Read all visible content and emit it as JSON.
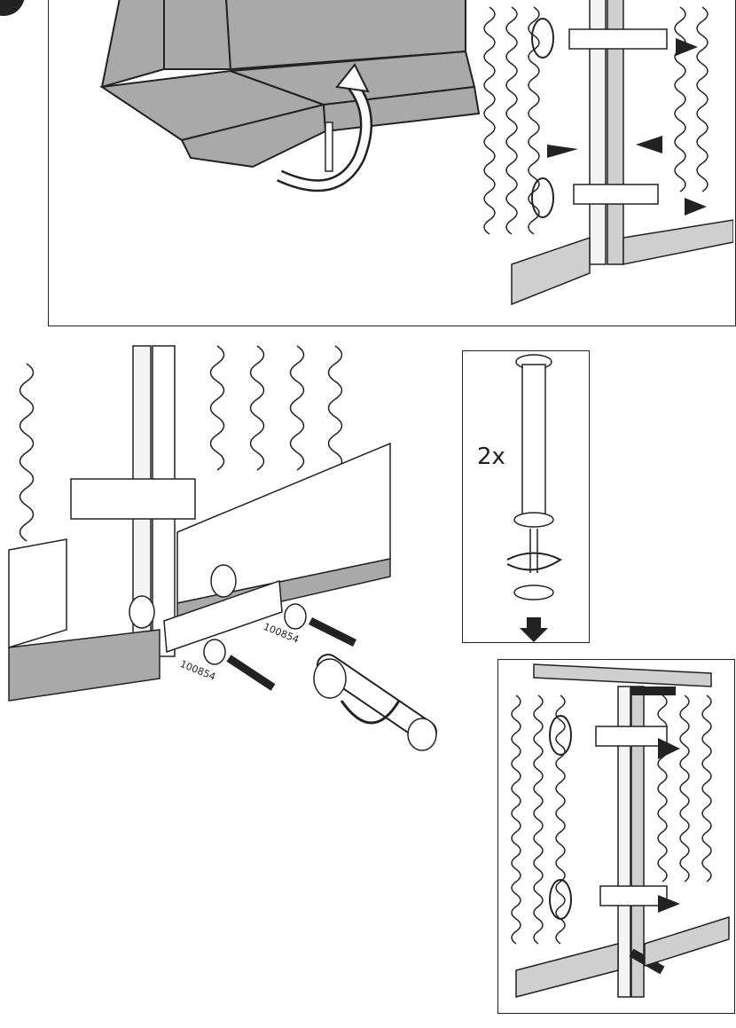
{
  "detail_panel": {
    "quantity_label": "2x"
  },
  "main_illustration": {
    "part_labels": [
      "100854",
      "100854"
    ]
  },
  "colors": {
    "line": "#222222",
    "fill_light": "#f4f4f4",
    "fill_grey": "#a9a9a9",
    "fill_mid": "#cfcfcf"
  }
}
